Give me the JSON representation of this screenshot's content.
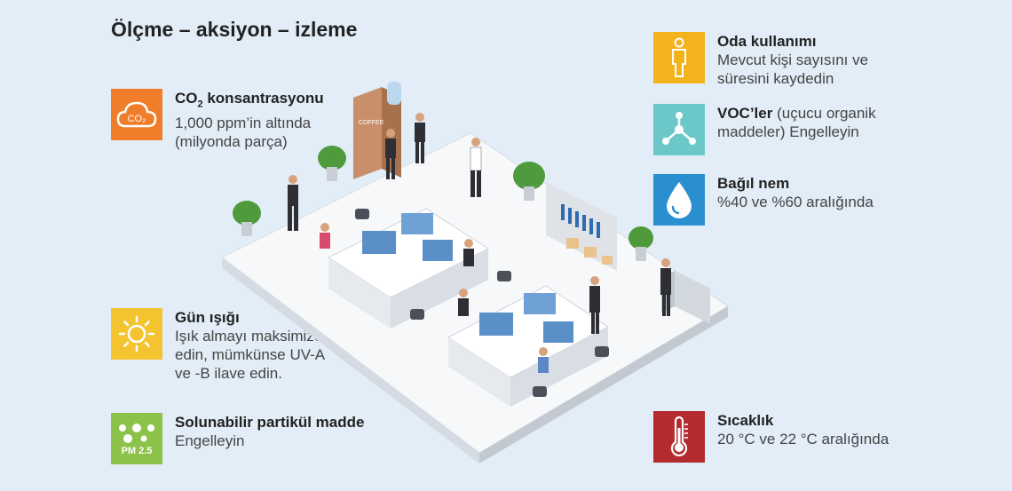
{
  "title": "Ölçme – aksiyon – izleme",
  "items": {
    "co2": {
      "head_main": "CO",
      "head_sub": "2",
      "head_rest": " konsantrasyonu",
      "line1": "1,000 ppm’in altında",
      "line2": "(milyonda parça)",
      "icon_text": "CO₂",
      "icon_name": "co2-cloud-icon",
      "color": "#f07d2a"
    },
    "daylight": {
      "head": "Gün ışığı",
      "line1": "Işık almayı maksimize",
      "line2": "edin, mümkünse UV-A",
      "line3": "ve -B ilave edin.",
      "icon_name": "sun-icon",
      "color": "#f3c430"
    },
    "pm": {
      "head": "Solunabilir partikül madde",
      "line1": "Engelleyin",
      "icon_text": "PM 2.5",
      "icon_name": "particles-icon",
      "color": "#8cc24a"
    },
    "room": {
      "head": "Oda kullanımı",
      "line1": "Mevcut kişi sayısını ve",
      "line2": "süresini kaydedin",
      "icon_name": "person-icon",
      "color": "#f3b31c"
    },
    "voc": {
      "head": "VOC’ler",
      "head_rest": " (uçucu organik",
      "line2": "maddeler) Engelleyin",
      "icon_name": "molecule-icon",
      "color": "#6cc7c9"
    },
    "humidity": {
      "head": "Bağıl nem",
      "line1": "%40 ve %60 aralığında",
      "icon_name": "water-drop-icon",
      "color": "#2a8fcf"
    },
    "temperature": {
      "head": "Sıcaklık",
      "line1": "20 °C ve 22 °C aralığında",
      "icon_name": "thermometer-icon",
      "color": "#b32b2e"
    }
  },
  "scene": {
    "coffee_label": "COFFEE"
  }
}
